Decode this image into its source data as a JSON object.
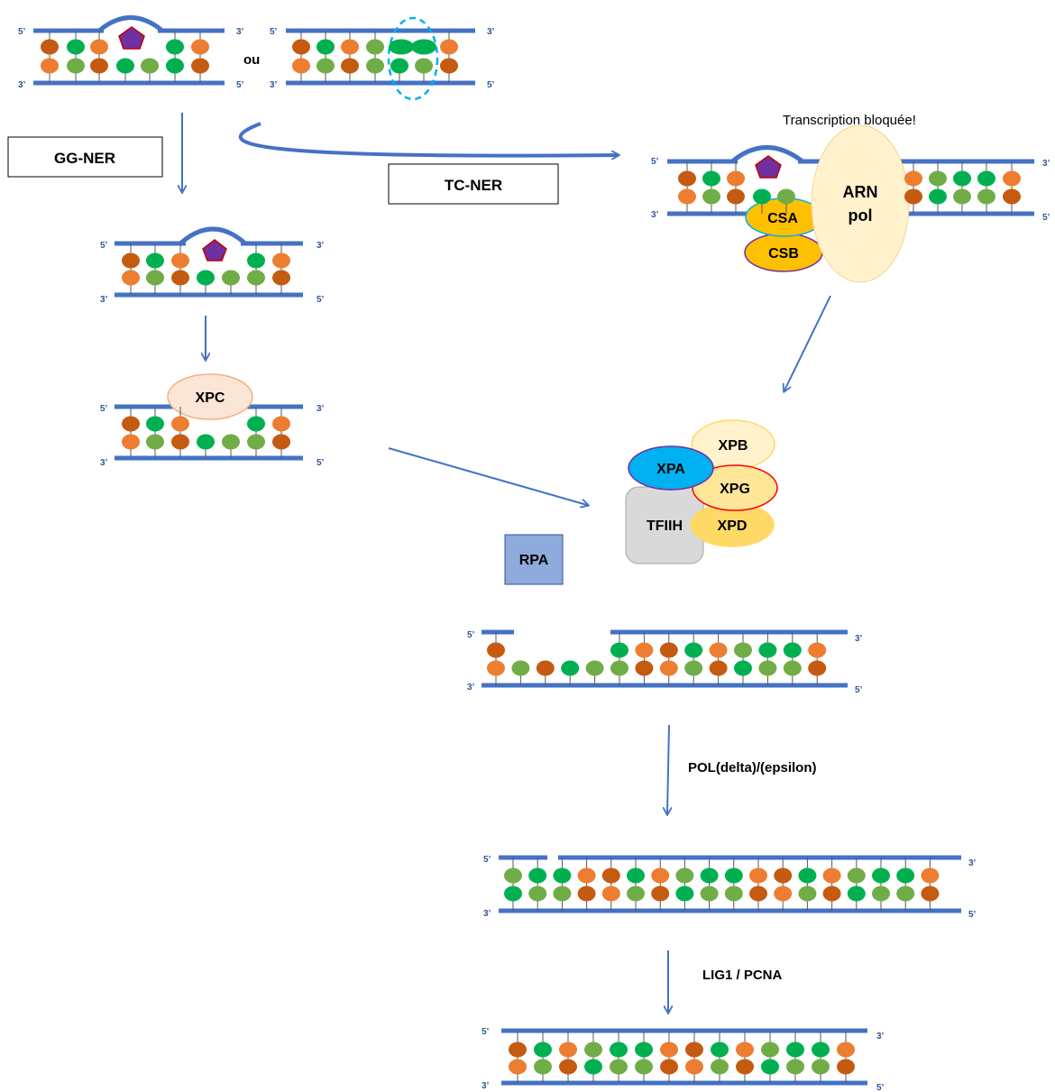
{
  "colors": {
    "backbone": "#4472c4",
    "arrow": "#4472c4",
    "dark_orange": "#c55a11",
    "orange": "#ed7d31",
    "green": "#00b050",
    "light_green": "#70ad47",
    "lesion": "#7030a0",
    "lesion_border": "#c00000",
    "xpc_fill": "#fbe5d6",
    "csa_fill": "#ffc000",
    "arn_fill": "#fff2cc",
    "xpa_fill": "#00b0f0",
    "tfiih_fill": "#d9d9d9",
    "rpa_fill": "#8faadc",
    "dimer_outline": "#00b0f0"
  },
  "strand_ends": {
    "five": "5’",
    "three": "3’"
  },
  "connector": "ou",
  "steps": {
    "gg_ner": "GG-NER",
    "tc_ner": "TC-NER",
    "transcription_blocked": "Transcription bloquée!",
    "polymerase": "POL(delta)/(epsilon)",
    "ligation": "LIG1 / PCNA"
  },
  "proteins": {
    "xpc": "XPC",
    "arn_line1": "ARN",
    "arn_line2": "pol",
    "csa": "CSA",
    "csb": "CSB",
    "xpa": "XPA",
    "xpb": "XPB",
    "xpg": "XPG",
    "xpd": "XPD",
    "tfiih": "TFIIH",
    "rpa": "RPA"
  },
  "icons": {
    "lesion": "pentagon-lesion-icon",
    "dimer": "thymine-dimer-icon",
    "arrow": "flow-arrow-icon"
  }
}
